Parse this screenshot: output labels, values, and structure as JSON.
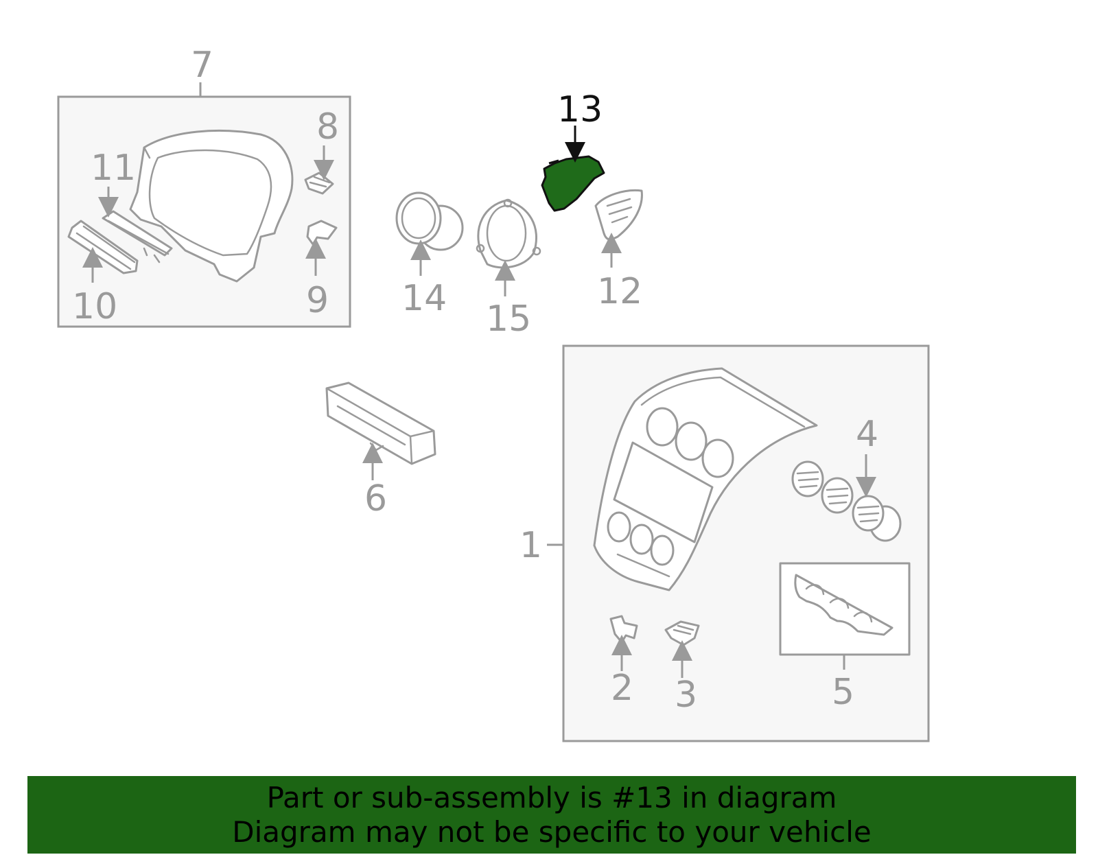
{
  "diagram": {
    "callouts": {
      "c1": "1",
      "c2": "2",
      "c3": "3",
      "c4": "4",
      "c5": "5",
      "c6": "6",
      "c7": "7",
      "c8": "8",
      "c9": "9",
      "c10": "10",
      "c11": "11",
      "c12": "12",
      "c13": "13",
      "c14": "14",
      "c15": "15"
    },
    "highlighted_callout": "13",
    "colors": {
      "highlight": "#1f6b1a",
      "line": "#9a9a9a",
      "banner": "#1c6514"
    }
  },
  "banner": {
    "line1": "Part or sub-assembly is #13 in diagram",
    "line2": "Diagram may not be specific to your vehicle"
  }
}
